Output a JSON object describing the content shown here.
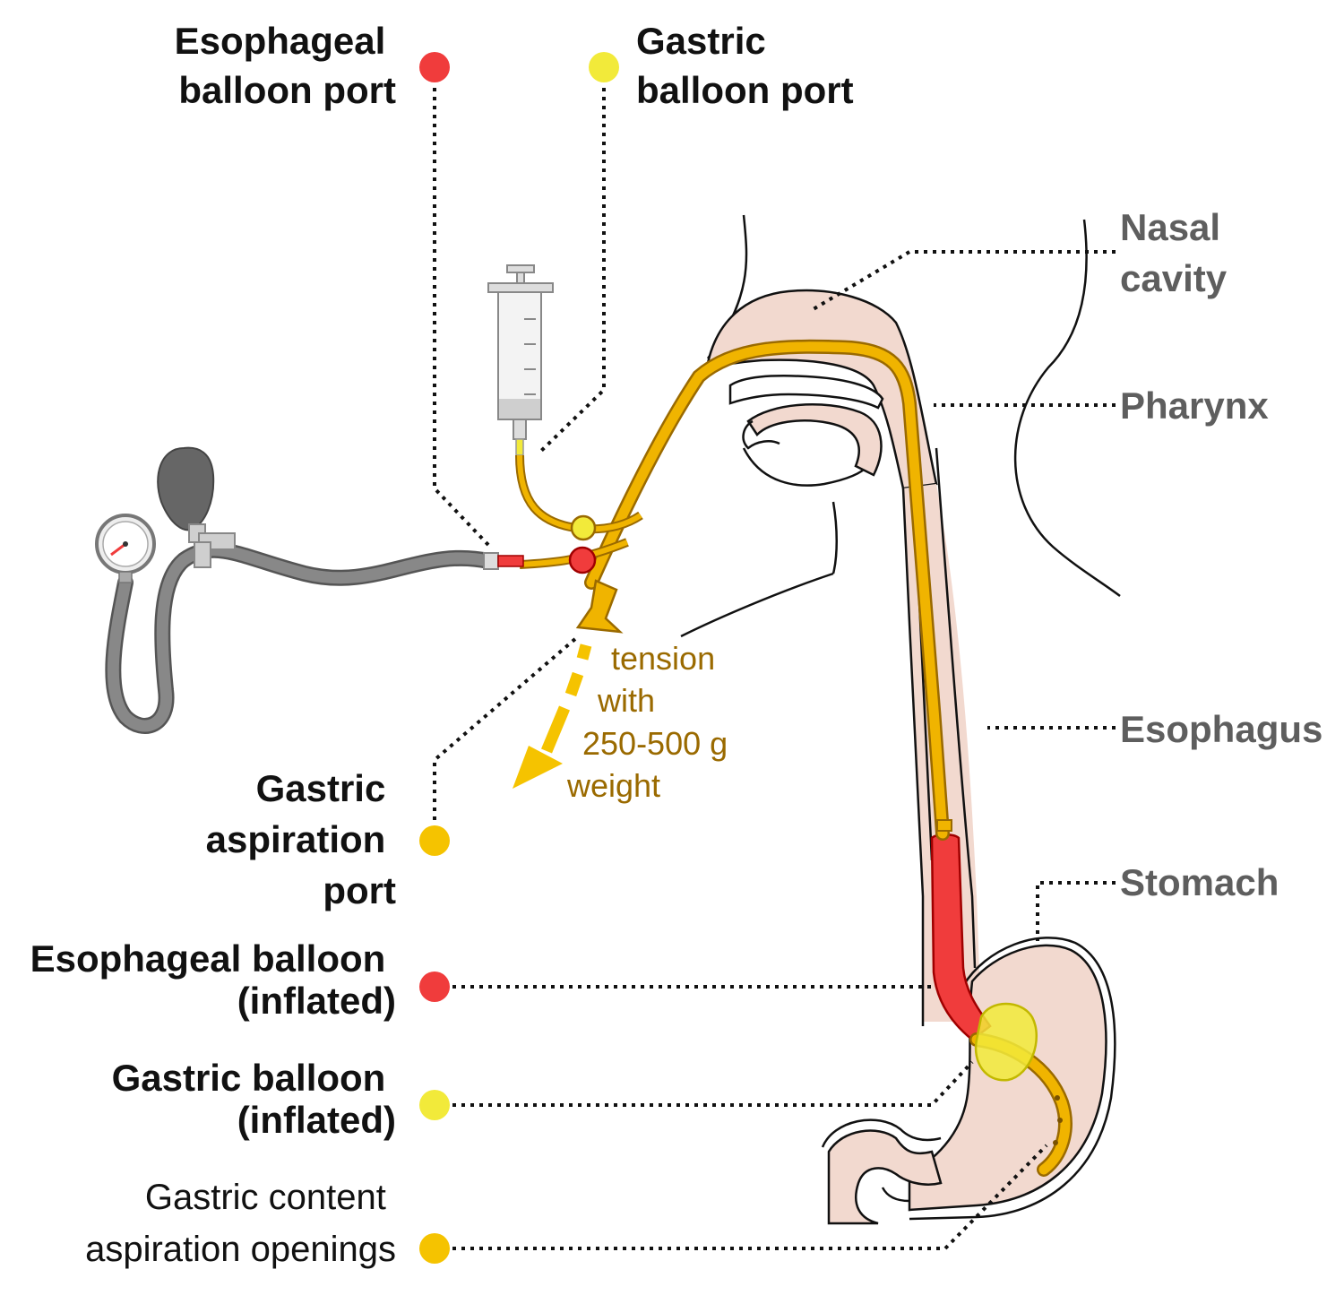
{
  "labels": {
    "esophageal_port": [
      "Esophageal",
      "balloon port"
    ],
    "gastric_port": [
      "Gastric",
      "balloon port"
    ],
    "nasal_cavity": [
      "Nasal",
      "cavity"
    ],
    "pharynx": "Pharynx",
    "esophagus": "Esophagus",
    "stomach": "Stomach",
    "tension": [
      "tension",
      "with",
      "250-500 g",
      "weight"
    ],
    "gastric_aspiration_port": [
      "Gastric",
      "aspiration",
      "port"
    ],
    "esophageal_balloon": [
      "Esophageal balloon",
      "(inflated)"
    ],
    "gastric_balloon": [
      "Gastric balloon",
      "(inflated)"
    ],
    "aspiration_openings": [
      "Gastric content",
      "aspiration openings"
    ]
  },
  "colors": {
    "esophageal_balloon": "#f03c3c",
    "gastric_balloon": "#f2ea3a",
    "tube": "#f0b400",
    "tube_edge": "#9a6a00",
    "aspiration": "#f5c300",
    "tissue": "#f2d9cf",
    "label_gray": "#5e5e5e",
    "hose": "#777777"
  }
}
